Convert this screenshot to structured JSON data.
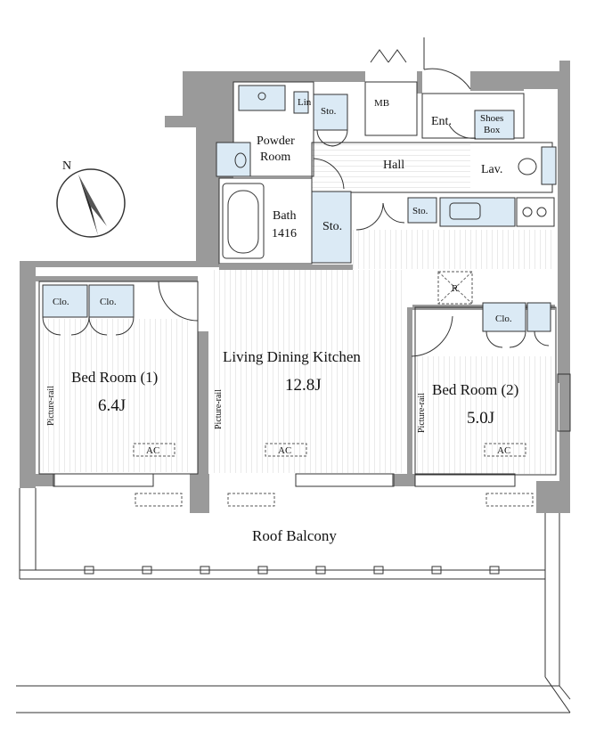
{
  "rooms": {
    "powder_room": "Powder\nRoom",
    "bath": "Bath",
    "bath_size": "1416",
    "storage": "Sto.",
    "linen": "Lin",
    "meter_box": "MB",
    "entrance": "Ent.",
    "shoes_box": "Shoes\nBox",
    "hall": "Hall",
    "lavatory": "Lav.",
    "ldk": "Living Dining Kitchen",
    "ldk_size": "12.8J",
    "bedroom1": "Bed Room (1)",
    "bedroom1_size": "6.4J",
    "bedroom2": "Bed Room (2)",
    "bedroom2_size": "5.0J",
    "closet": "Clo.",
    "refrigerator": "R",
    "roof_balcony": "Roof Balcony"
  },
  "labels": {
    "picture_rail": "Picture-rail",
    "ac": "AC",
    "compass_north": "N"
  },
  "colors": {
    "wall": "#9a9a9a",
    "fixture_fill": "#dbeaf5",
    "floor_line": "#cfcfcf",
    "line": "#333333"
  }
}
